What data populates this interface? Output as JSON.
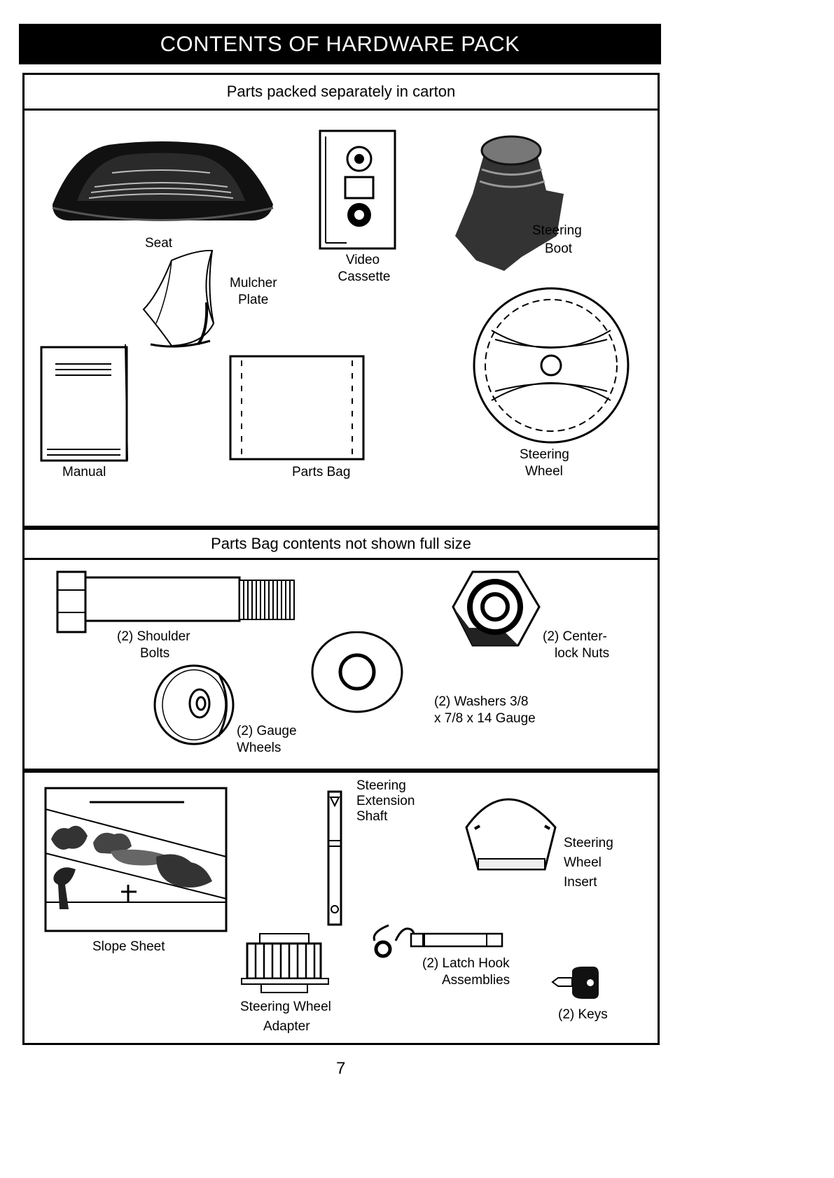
{
  "banner": "CONTENTS OF HARDWARE PACK",
  "section1": {
    "header": "Parts packed separately in carton",
    "seat": "Seat",
    "video_1": "Video",
    "video_2": "Cassette",
    "boot_1": "Steering",
    "boot_2": "Boot",
    "mulcher_1": "Mulcher",
    "mulcher_2": "Plate",
    "manual": "Manual",
    "parts_bag": "Parts Bag",
    "wheel_1": "Steering",
    "wheel_2": "Wheel"
  },
  "section2": {
    "header": "Parts Bag contents not shown full size",
    "bolts_1": "(2) Shoulder",
    "bolts_2": "Bolts",
    "nuts_1": "(2) Center-",
    "nuts_2": "lock Nuts",
    "washers_1": "(2) Washers  3/8",
    "washers_2": "x 7/8 x 14 Gauge",
    "gauge_1": "(2) Gauge",
    "gauge_2": "Wheels"
  },
  "section3": {
    "shaft_1": "Steering",
    "shaft_2": "Extension",
    "shaft_3": "Shaft",
    "insert_1": "Steering",
    "insert_2": "Wheel",
    "insert_3": "Insert",
    "slope": "Slope Sheet",
    "adapter_1": "Steering Wheel",
    "adapter_2": "Adapter",
    "latch_1": "(2) Latch Hook",
    "latch_2": "Assemblies",
    "keys": "(2) Keys"
  },
  "page_number": "7"
}
